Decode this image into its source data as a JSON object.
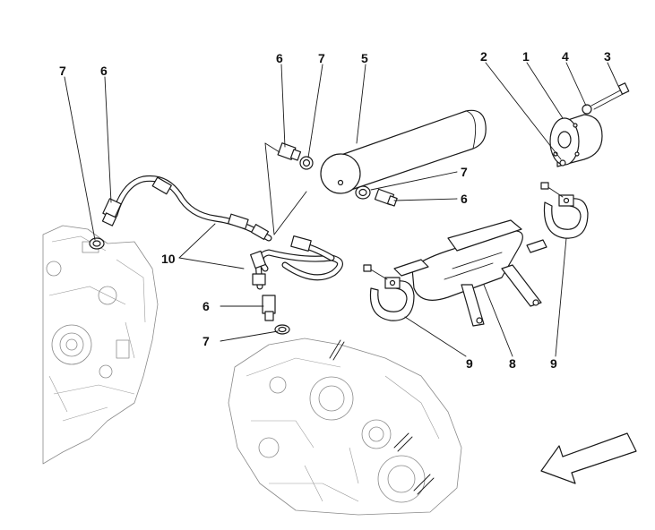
{
  "callouts": {
    "c7a": "7",
    "c6a": "6",
    "c6b": "6",
    "c7b": "7",
    "c5": "5",
    "c2": "2",
    "c1": "1",
    "c4": "4",
    "c3": "3",
    "c7c": "7",
    "c6c": "6",
    "c10": "10",
    "c6d": "6",
    "c7d": "7",
    "c9a": "9",
    "c8": "8",
    "c9b": "9"
  },
  "icons": {
    "direction": "front-direction-arrow-icon"
  },
  "colors": {
    "ink": "#1a1a1a",
    "ghost": "#8a8a8a",
    "background": "#ffffff"
  }
}
